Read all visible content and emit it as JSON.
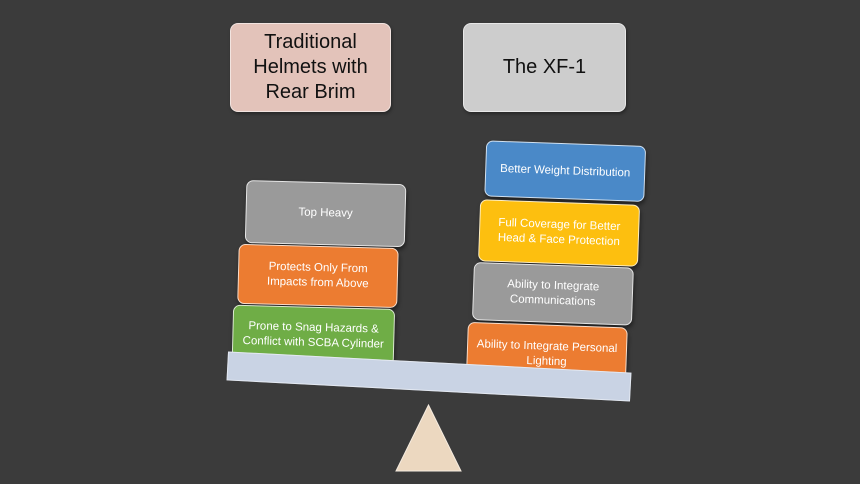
{
  "colors": {
    "background": "#3b3b3b",
    "header_left": "#e3c3ba",
    "header_right": "#cdcdcd",
    "gray": "#9a9a9a",
    "orange": "#ec7c31",
    "green": "#6fad46",
    "blue": "#4a89c8",
    "yellow": "#fdbf0f",
    "beam": "#c9d3e4",
    "fulcrum": "#ecd8c0"
  },
  "headers": {
    "left": "Traditional Helmets with Rear Brim",
    "right": "The XF-1"
  },
  "left_items": [
    {
      "label": "Top Heavy",
      "color": "gray"
    },
    {
      "label": "Protects Only From Impacts from Above",
      "color": "orange"
    },
    {
      "label": "Prone to Snag Hazards & Conflict with SCBA Cylinder",
      "color": "green"
    }
  ],
  "right_items": [
    {
      "label": "Better Weight Distribution",
      "color": "blue"
    },
    {
      "label": "Full Coverage for Better Head & Face Protection",
      "color": "yellow"
    },
    {
      "label": "Ability to Integrate Communications",
      "color": "gray"
    },
    {
      "label": "Ability to Integrate Personal Lighting",
      "color": "orange"
    }
  ]
}
